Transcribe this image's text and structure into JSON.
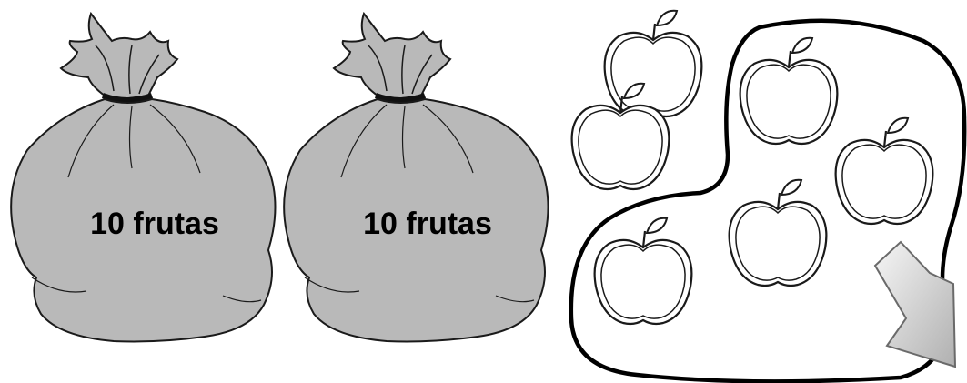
{
  "bags": [
    {
      "label": "10 frutas"
    },
    {
      "label": "10 frutas"
    }
  ],
  "loose_apples": {
    "count": 2
  },
  "grouped_apples": {
    "count": 4
  },
  "arrow": {
    "direction": "down-right"
  },
  "colors": {
    "bag_fill": "#b8b8b8",
    "outline": "#1a1a1a",
    "apple_fill": "#ffffff",
    "arrow_fill_light": "#f4f4f4",
    "arrow_fill_dark": "#b5b5b5"
  }
}
